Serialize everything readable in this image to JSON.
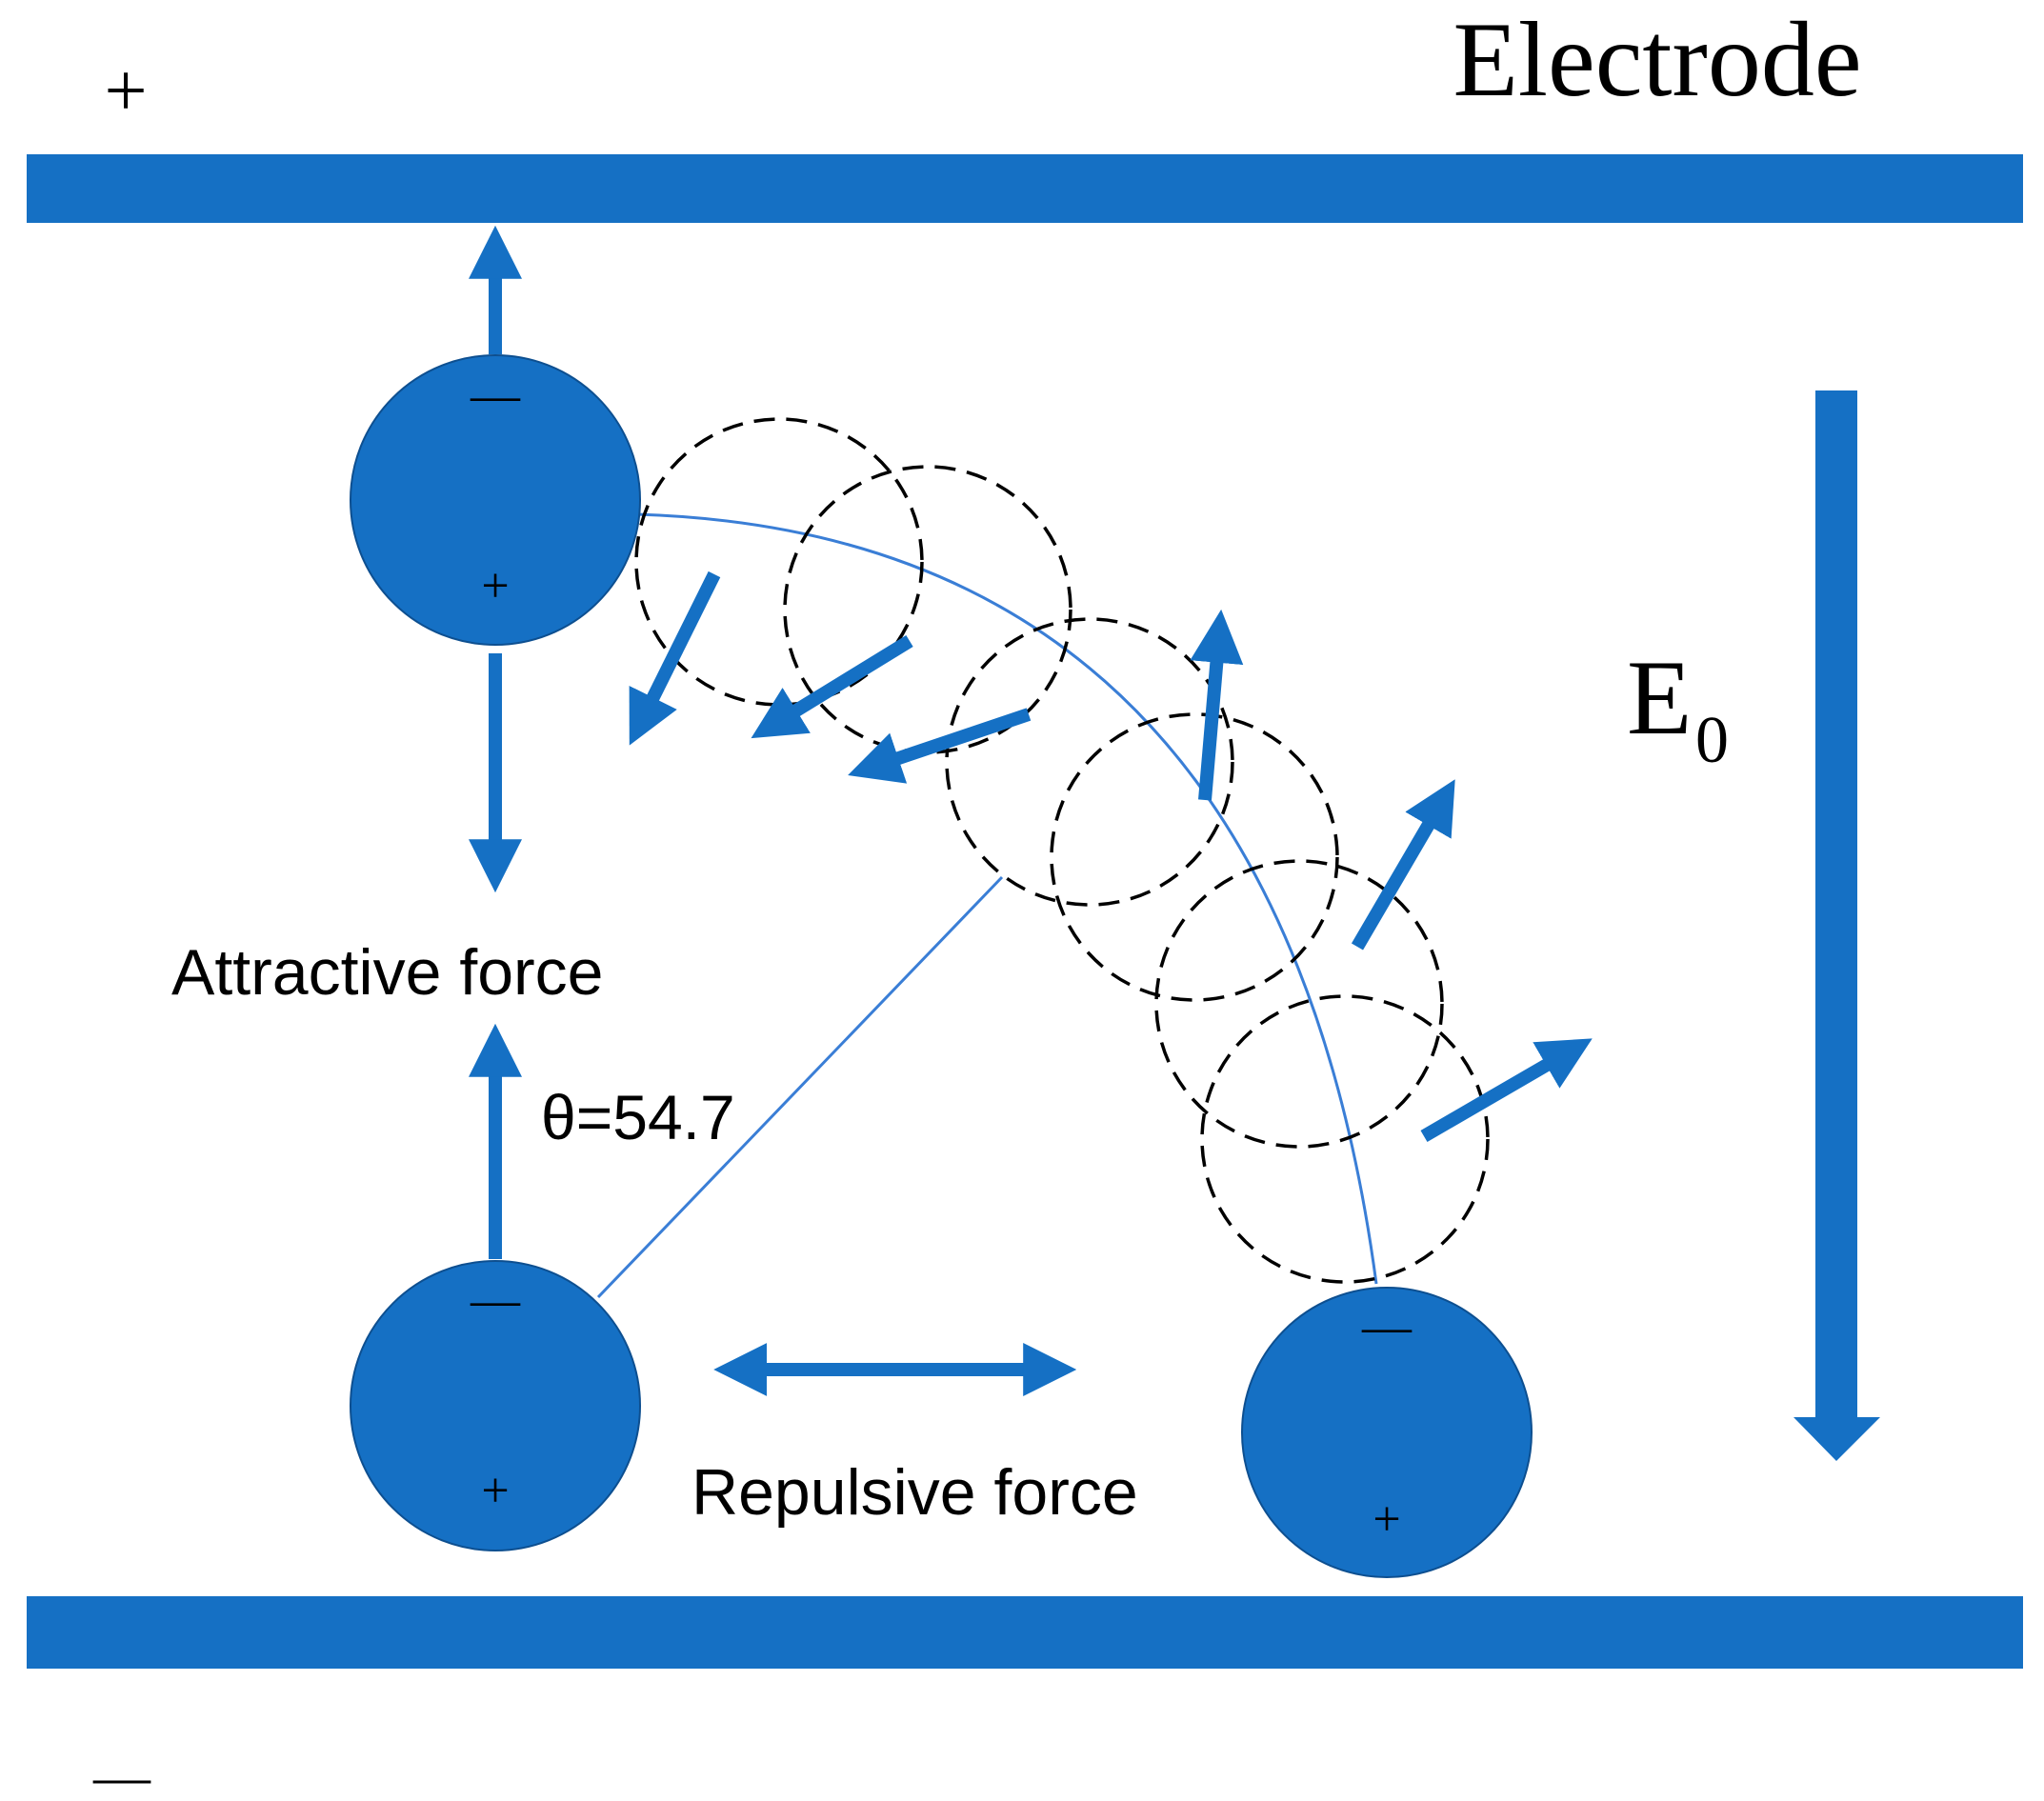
{
  "diagram": {
    "title": "Electrode",
    "top_polarity": "+",
    "bottom_polarity": "—",
    "field_label": "E",
    "field_label_sub": "0",
    "angle_label": "θ=54.7",
    "attractive_label": "Attractive force",
    "repulsive_label": "Repulsive force",
    "particles": {
      "top_left": {
        "top_sign": "—",
        "bottom_sign": "+"
      },
      "bottom_left": {
        "top_sign": "—",
        "bottom_sign": "+"
      },
      "bottom_right": {
        "top_sign": "—",
        "bottom_sign": "+"
      }
    }
  },
  "colors": {
    "primary_blue": "#1570C4",
    "line_blue": "#3A7ED6",
    "dash_black": "#000000",
    "text": "#000000",
    "background": "#ffffff"
  }
}
